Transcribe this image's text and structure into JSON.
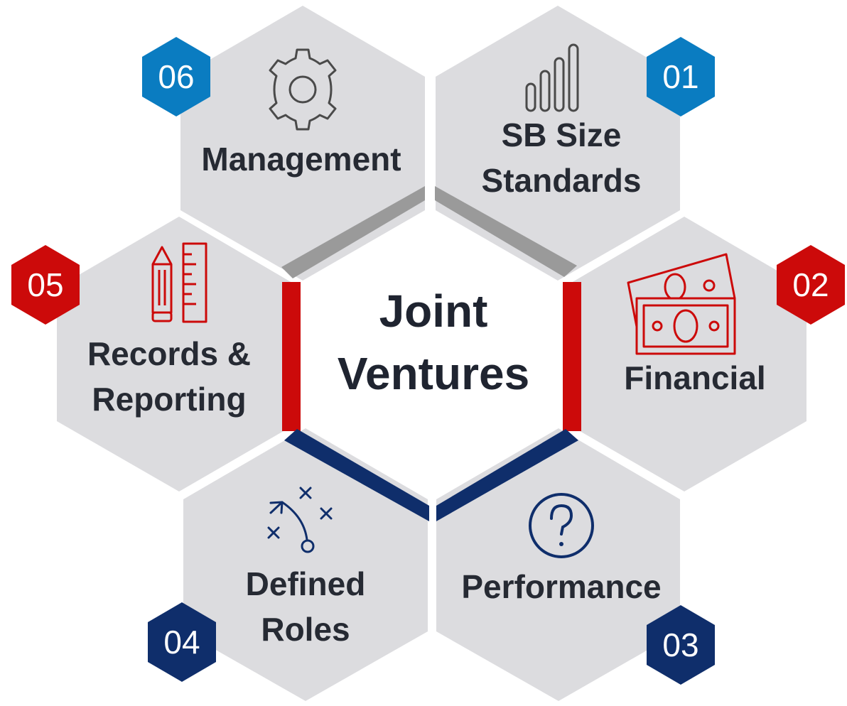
{
  "center": {
    "line1": "Joint",
    "line2": "Ventures"
  },
  "colors": {
    "hex_fill": "#dcdcdf",
    "blue": "#0a7cc1",
    "red": "#cc0a0a",
    "navy": "#0f2e6b",
    "gray_bar": "#9a9a9a",
    "text": "#262a33"
  },
  "segments": [
    {
      "number": "01",
      "lines": [
        "SB Size",
        "Standards"
      ],
      "icon": "bar-chart-icon"
    },
    {
      "number": "02",
      "lines": [
        "Financial"
      ],
      "icon": "money-bills-icon"
    },
    {
      "number": "03",
      "lines": [
        "Performance"
      ],
      "icon": "question-circle-icon"
    },
    {
      "number": "04",
      "lines": [
        "Defined",
        "Roles"
      ],
      "icon": "playbook-icon"
    },
    {
      "number": "05",
      "lines": [
        "Records &",
        "Reporting"
      ],
      "icon": "pencil-ruler-icon"
    },
    {
      "number": "06",
      "lines": [
        "Management"
      ],
      "icon": "gear-icon"
    }
  ]
}
